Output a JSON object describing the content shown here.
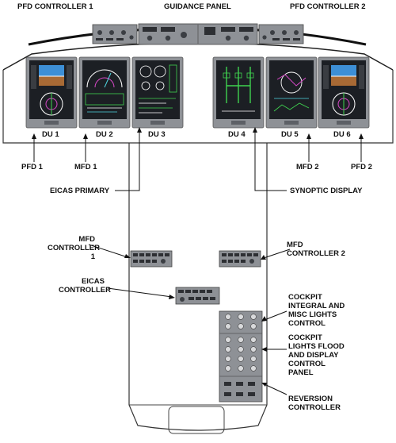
{
  "labels": {
    "pfd_controller_1": "PFD CONTROLLER 1",
    "guidance_panel": "GUIDANCE PANEL",
    "pfd_controller_2": "PFD CONTROLLER 2",
    "du1": "DU 1",
    "du2": "DU 2",
    "du3": "DU 3",
    "du4": "DU 4",
    "du5": "DU 5",
    "du6": "DU 6",
    "pfd1": "PFD 1",
    "mfd1": "MFD 1",
    "mfd2": "MFD 2",
    "pfd2": "PFD 2",
    "eicas_primary": "EICAS PRIMARY",
    "synoptic_display": "SYNOPTIC DISPLAY",
    "mfd_controller_1": "MFD CONTROLLER 1",
    "mfd_controller_2": "MFD CONTROLLER 2",
    "eicas_controller": "EICAS CONTROLLER",
    "cockpit_integral_lights": "COCKPIT INTEGRAL AND MISC LIGHTS CONTROL",
    "cockpit_lights_flood": "COCKPIT LIGHTS FLOOD AND DISPLAY CONTROL PANEL",
    "reversion_controller": "REVERSION CONTROLLER"
  },
  "colors": {
    "panel_gray": "#8e9196",
    "panel_dark": "#5d6066",
    "screen": "#1c1f24",
    "sky": "#3d8fd6",
    "ground": "#a86a35",
    "green": "#3fd34f",
    "magenta": "#d849c8",
    "cyan": "#4fd6e0"
  }
}
